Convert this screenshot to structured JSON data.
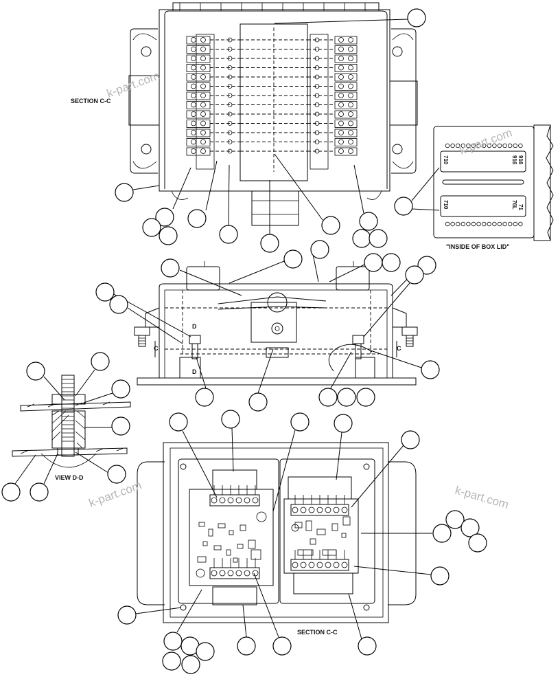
{
  "labels": {
    "section_top": "SECTION C-C",
    "section_bottom": "SECTION C-C",
    "lid_caption": "\"INSIDE OF BOX LID\"",
    "view_dd": "VIEW D-D",
    "mark_d_top": "D",
    "mark_d_bottom": "D",
    "mark_c_left": "C",
    "mark_c_right": "C"
  },
  "lid_markings": {
    "upper_left": "710",
    "upper_right_1": "916",
    "upper_right_2": "916",
    "lower_left": "710",
    "lower_right_1": "71",
    "lower_right_2": "76L"
  },
  "watermark": "k-part.com",
  "colors": {
    "line": "#000000",
    "watermark": "#b5b5b5",
    "background": "#ffffff"
  }
}
